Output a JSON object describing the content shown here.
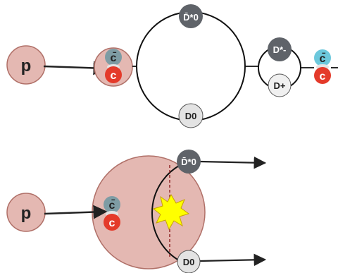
{
  "diagram": {
    "top_panel": {
      "proton_label": "p",
      "charmonium_anti_quark": "c̄",
      "charmonium_quark": "c",
      "loop_upper_meson": "D̄*0",
      "loop_lower_meson": "D0",
      "inner_loop_upper_meson": "D*-",
      "inner_loop_lower_meson": "D+",
      "final_anti_quark": "c̄",
      "final_quark": "c"
    },
    "bottom_panel": {
      "proton_label": "p",
      "charmonium_anti_quark": "c̄",
      "charmonium_quark": "c",
      "outgoing_upper_meson": "D̄*0",
      "outgoing_lower_meson": "D0"
    }
  },
  "colors": {
    "proton_fill": "#e4b8b2",
    "proton_stroke": "#b07068",
    "dark_meson": "#5f6369",
    "light_meson": "#e3e3e3",
    "anti_quark_grey": "#7e9ca4",
    "anti_quark_cyan": "#6cc8dc",
    "quark_red": "#e43a2a",
    "explosion": "#ffff00",
    "dashed_line": "#8b2020"
  }
}
